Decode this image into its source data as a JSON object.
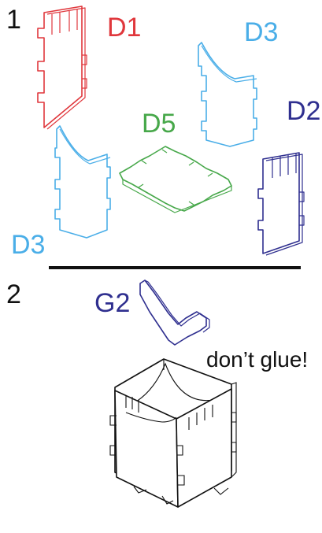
{
  "steps": {
    "step1": "1",
    "step2": "2"
  },
  "parts": {
    "d1": {
      "label": "D1",
      "color": "#e0373c"
    },
    "d2": {
      "label": "D2",
      "color": "#2f2f8f"
    },
    "d3_top": {
      "label": "D3",
      "color": "#4aaee8"
    },
    "d3_bottom": {
      "label": "D3",
      "color": "#4aaee8"
    },
    "d5": {
      "label": "D5",
      "color": "#47a84a"
    },
    "g2": {
      "label": "G2",
      "color": "#2f2f8f"
    }
  },
  "note": "don’t glue!"
}
